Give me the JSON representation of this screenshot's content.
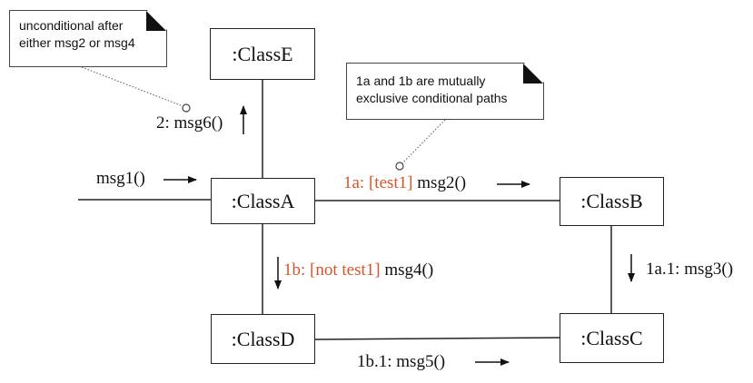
{
  "classes": {
    "a": ":ClassA",
    "b": ":ClassB",
    "c": ":ClassC",
    "d": ":ClassD",
    "e": ":ClassE"
  },
  "notes": {
    "left": {
      "line1": "unconditional after",
      "line2": "either msg2 or msg4"
    },
    "right": {
      "line1": "1a and 1b are mutually",
      "line2": "exclusive conditional paths"
    }
  },
  "messages": {
    "msg1": "msg1()",
    "msg6": "2: msg6()",
    "msg2": {
      "seq": "1a:",
      "guard": "[test1]",
      "name": "msg2()"
    },
    "msg4": {
      "seq": "1b:",
      "guard": "[not test1]",
      "name": "msg4()"
    },
    "msg3": "1a.1: msg3()",
    "msg5": "1b.1: msg5()"
  },
  "colors": {
    "condition": "#d9542a",
    "line": "#222222"
  }
}
